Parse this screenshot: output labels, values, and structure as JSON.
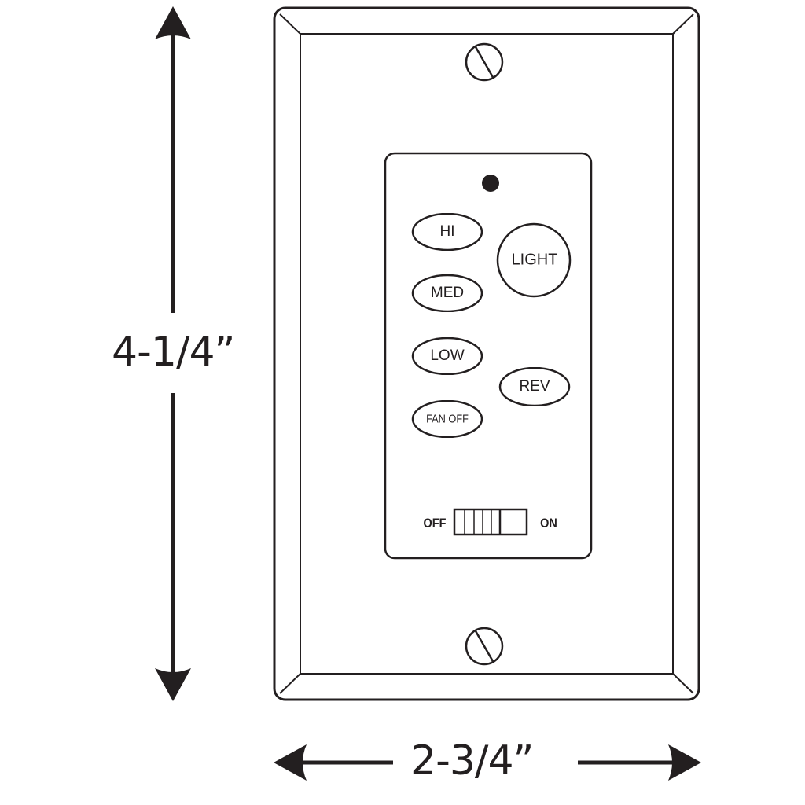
{
  "diagram": {
    "subject": "wall control plate",
    "colors": {
      "line": "#231f20",
      "background": "#ffffff"
    }
  },
  "dimensions": {
    "height": {
      "label": "4-1/4”",
      "orientation": "vertical"
    },
    "width": {
      "label": "2-3/4”",
      "orientation": "horizontal"
    }
  },
  "control": {
    "indicator": "led-dot",
    "buttons": [
      {
        "id": "hi",
        "label": "HI",
        "shape": "oval"
      },
      {
        "id": "med",
        "label": "MED",
        "shape": "oval"
      },
      {
        "id": "low",
        "label": "LOW",
        "shape": "oval"
      },
      {
        "id": "fan_off",
        "label": "FAN OFF",
        "shape": "oval"
      },
      {
        "id": "light",
        "label": "LIGHT",
        "shape": "circle"
      },
      {
        "id": "rev",
        "label": "REV",
        "shape": "oval"
      }
    ],
    "switch": {
      "off_label": "OFF",
      "on_label": "ON",
      "position": "on"
    }
  },
  "plate": {
    "screws": [
      {
        "position": "top"
      },
      {
        "position": "bottom"
      }
    ]
  }
}
